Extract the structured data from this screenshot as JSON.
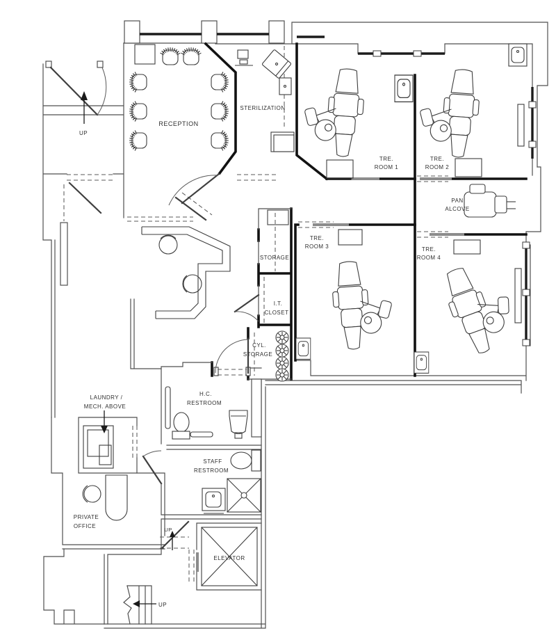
{
  "document": {
    "type": "architectural-floor-plan",
    "subject": "Dental office suite plan with reception, sterilization, four treatment rooms, support spaces, restrooms, elevator and stairs"
  },
  "colors": {
    "background": "#ffffff",
    "wall_line": "#4f4f4f",
    "heavy_wall": "#121212",
    "window_band": "#1c1c1c",
    "door_slab": "#8c8c8c",
    "text": "#2f2f2f"
  },
  "labels": {
    "reception": "RECEPTION",
    "sterilization": "STERILIZATION",
    "tre_room_1": [
      "TRE.",
      "ROOM 1"
    ],
    "tre_room_2": [
      "TRE.",
      "ROOM 2"
    ],
    "tre_room_3": [
      "TRE.",
      "ROOM 3"
    ],
    "tre_room_4": [
      "TRE.",
      "ROOM 4"
    ],
    "pan_alcove": [
      "PAN",
      "ALCOVE"
    ],
    "storage": "STORAGE",
    "it_closet": [
      "I.T.",
      "CLOSET"
    ],
    "cyl_storage": [
      "CYL.",
      "STORAGE"
    ],
    "hc_restroom": [
      "H.C.",
      "RESTROOM"
    ],
    "staff_restroom": [
      "STAFF",
      "RESTROOM"
    ],
    "laundry": [
      "LAUNDRY /",
      "MECH. ABOVE"
    ],
    "private_office": [
      "PRIVATE",
      "OFFICE"
    ],
    "elevator": "ELEVATOR",
    "up": "UP"
  },
  "symbols": {
    "furniture": [
      "dental-chair",
      "waiting-chair",
      "reception-desk",
      "office-chair",
      "computer-workstation",
      "sterilizer-unit",
      "sink-cabinet",
      "base-cabinet",
      "gas-cylinder",
      "toilet",
      "urinal-lavatory",
      "grab-bar",
      "shower",
      "vanity-sink",
      "washer-dryer",
      "office-desk",
      "panoramic-xray-machine",
      "elevator-car",
      "stair-run",
      "door-swing",
      "up-arrow"
    ],
    "counts": {
      "dental_chairs": 4,
      "waiting_chairs": 8,
      "gas_cylinders": 4,
      "up_markers": 3
    }
  }
}
